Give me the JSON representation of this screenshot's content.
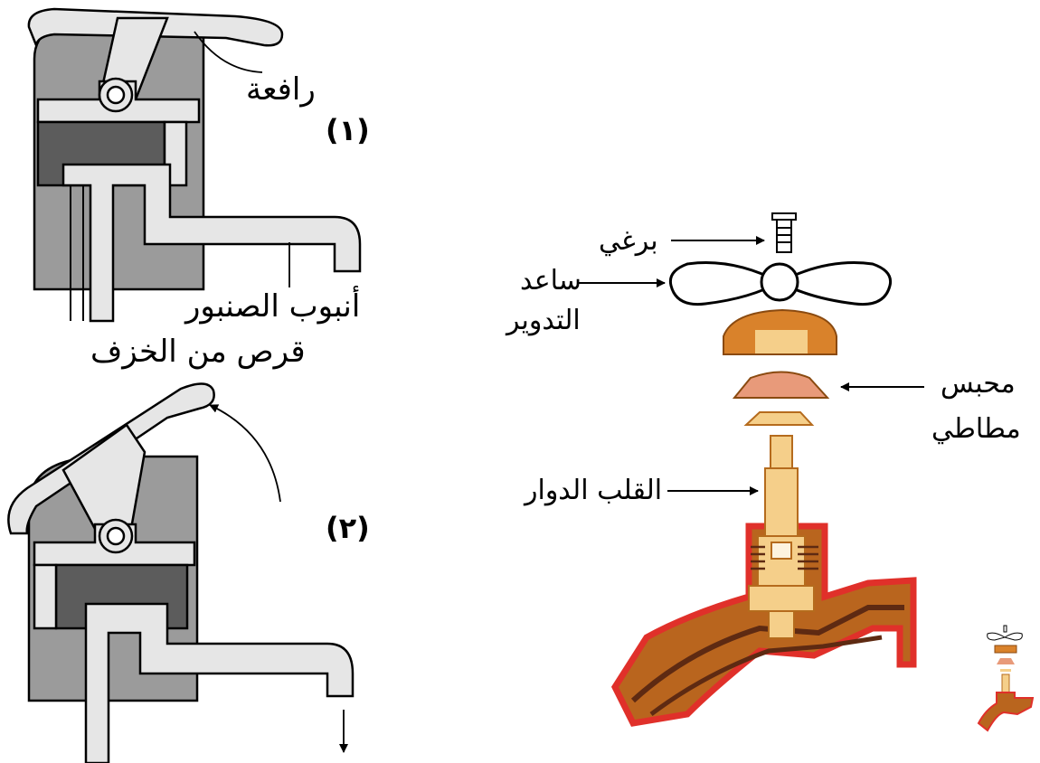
{
  "mixer_tap": {
    "label_lever": "رافعة",
    "label_step1": "(١)",
    "label_pipe": "أنبوب الصنبور",
    "label_disc": "قرص من الخزف",
    "label_step2": "(٢)"
  },
  "screw_tap": {
    "label_screw": "برغي",
    "label_handle_line1": "ساعد",
    "label_handle_line2": "التدوير",
    "label_washer_line1": "محبس",
    "label_washer_line2": "مطاطي",
    "label_spindle": "القلب الدوار"
  },
  "colors": {
    "body_gray": "#9b9b9b",
    "disc_dark": "#5c5c5c",
    "part_light": "#e6e6e6",
    "brass_orange": "#d9822b",
    "brass_light": "#f5cf8a",
    "copper_red": "#e0302a",
    "copper_brown": "#5e2a12",
    "copper_body": "#b9651e"
  }
}
